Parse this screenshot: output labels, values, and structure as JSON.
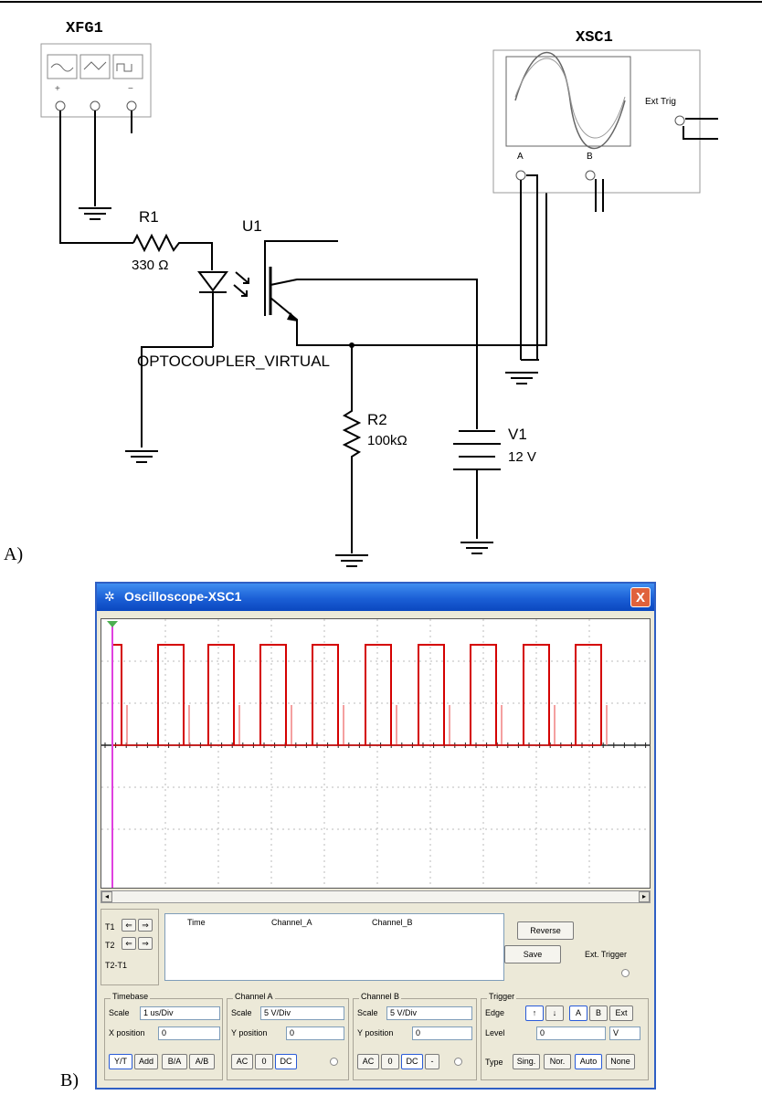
{
  "schematic": {
    "function_generator": {
      "label": "XFG1",
      "terminals": [
        "+",
        "",
        "−"
      ]
    },
    "oscilloscope": {
      "label": "XSC1",
      "ext_trig": "Ext Trig",
      "ch_a": "A",
      "ch_b": "B"
    },
    "r1": {
      "label": "R1",
      "value": "330 Ω"
    },
    "u1": {
      "label": "U1",
      "part": "OPTOCOUPLER_VIRTUAL"
    },
    "r2": {
      "label": "R2",
      "value": "100kΩ"
    },
    "v1": {
      "label": "V1",
      "value": "12 V"
    }
  },
  "figure_labels": {
    "a": "A)",
    "b": "B)"
  },
  "scope_window": {
    "title": "Oscilloscope-XSC1",
    "close": "X",
    "cursor_labels": {
      "t1": "T1",
      "t2": "T2",
      "diff": "T2-T1"
    },
    "readout_headers": {
      "time": "Time",
      "channel_a": "Channel_A",
      "channel_b": "Channel_B"
    },
    "reverse_button": "Reverse",
    "save_button": "Save",
    "ext_trigger": "Ext. Trigger",
    "timebase": {
      "legend": "Timebase",
      "scale_label": "Scale",
      "scale_value": "1 us/Div",
      "xpos_label": "X position",
      "xpos_value": "0",
      "buttons": [
        "Y/T",
        "Add",
        "B/A",
        "A/B"
      ]
    },
    "channel_a": {
      "legend": "Channel A",
      "scale_label": "Scale",
      "scale_value": "5 V/Div",
      "ypos_label": "Y position",
      "ypos_value": "0",
      "buttons": [
        "AC",
        "0",
        "DC"
      ]
    },
    "channel_b": {
      "legend": "Channel B",
      "scale_label": "Scale",
      "scale_value": "5 V/Div",
      "ypos_label": "Y position",
      "ypos_value": "0",
      "buttons": [
        "AC",
        "0",
        "DC",
        "-"
      ]
    },
    "trigger": {
      "legend": "Trigger",
      "edge_label": "Edge",
      "edge_buttons": [
        "↑",
        "↓",
        "A",
        "B",
        "Ext"
      ],
      "level_label": "Level",
      "level_value": "0",
      "level_unit": "V",
      "type_label": "Type",
      "type_buttons": [
        "Sing.",
        "Nor.",
        "Auto",
        "None"
      ]
    },
    "colors": {
      "trace": "#d40000",
      "trace_light": "#f08080",
      "cursor": "#e040e0",
      "titlebar": "#1b5fd6"
    }
  }
}
